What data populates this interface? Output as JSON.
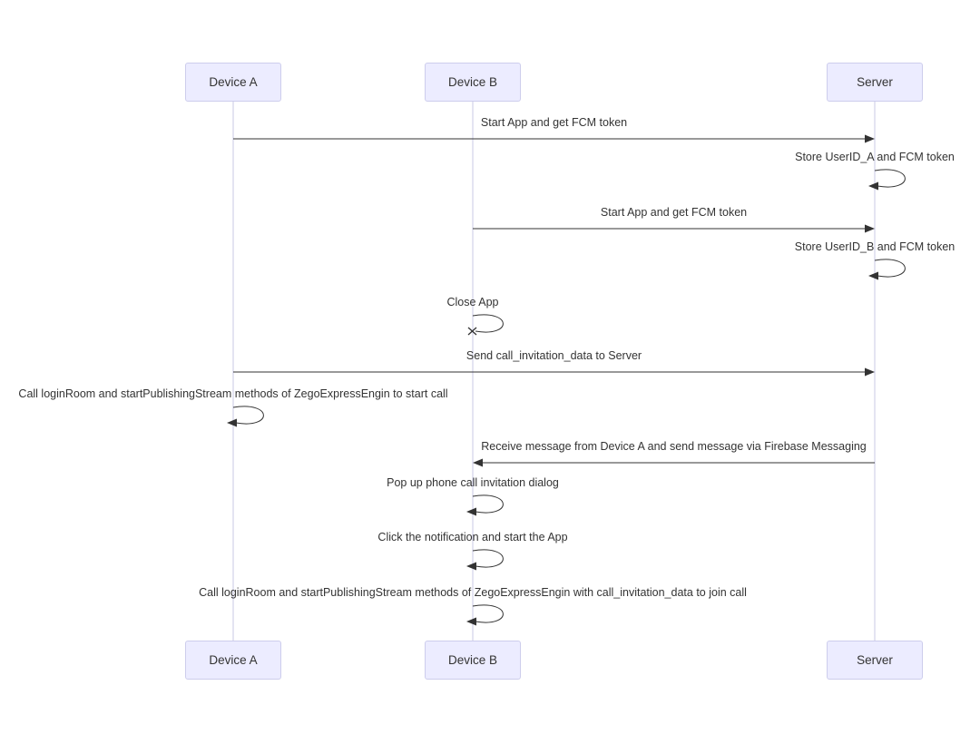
{
  "diagram": {
    "type": "sequence",
    "background": "#ffffff",
    "colors": {
      "actor_fill": "#ECECFF",
      "actor_border": "#cdcdec",
      "lifeline": "#c8c8e6",
      "line": "#333333",
      "text": "#333333"
    },
    "actors": [
      {
        "id": "deviceA",
        "label": "Device A"
      },
      {
        "id": "deviceB",
        "label": "Device B"
      },
      {
        "id": "server",
        "label": "Server"
      }
    ],
    "messages": [
      {
        "from": "deviceA",
        "to": "server",
        "kind": "arrow",
        "label": "Start App and get FCM token"
      },
      {
        "from": "server",
        "to": "server",
        "kind": "self",
        "label": "Store UserID_A and FCM token"
      },
      {
        "from": "deviceB",
        "to": "server",
        "kind": "arrow",
        "label": "Start App and get FCM token"
      },
      {
        "from": "server",
        "to": "server",
        "kind": "self",
        "label": "Store UserID_B and FCM token"
      },
      {
        "from": "deviceB",
        "to": "deviceB",
        "kind": "self-x",
        "label": "Close App"
      },
      {
        "from": "deviceA",
        "to": "server",
        "kind": "arrow",
        "label": "Send call_invitation_data to Server"
      },
      {
        "from": "deviceA",
        "to": "deviceA",
        "kind": "self",
        "label": "Call loginRoom and startPublishingStream methods of ZegoExpressEngin to start call"
      },
      {
        "from": "server",
        "to": "deviceB",
        "kind": "arrow",
        "label": "Receive message from Device A and send message via Firebase Messaging"
      },
      {
        "from": "deviceB",
        "to": "deviceB",
        "kind": "self",
        "label": "Pop up phone call invitation dialog"
      },
      {
        "from": "deviceB",
        "to": "deviceB",
        "kind": "self",
        "label": "Click the notification and start the App"
      },
      {
        "from": "deviceB",
        "to": "deviceB",
        "kind": "self",
        "label": "Call loginRoom and startPublishingStream methods of ZegoExpressEngin with call_invitation_data to join call"
      }
    ]
  }
}
